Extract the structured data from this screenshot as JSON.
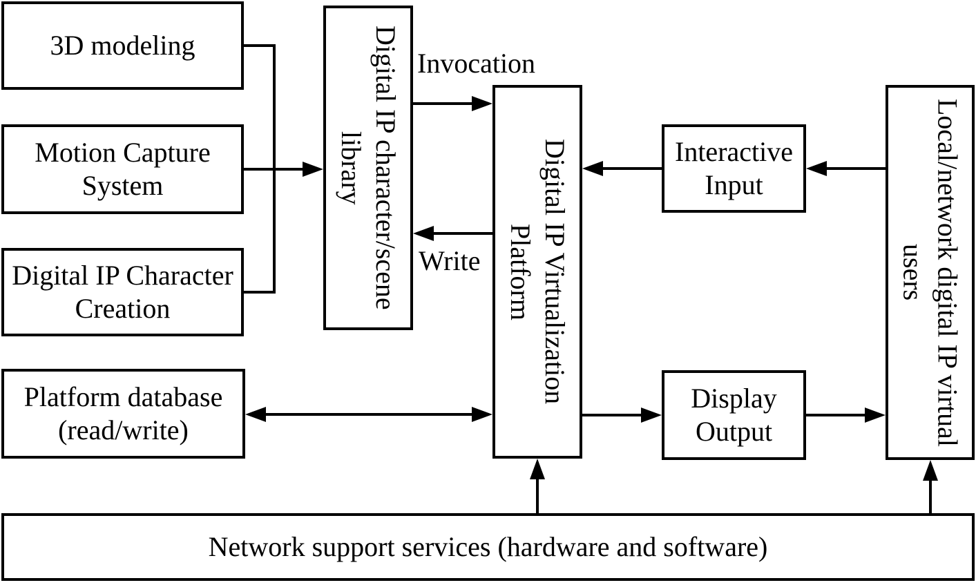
{
  "colors": {
    "line": "#000000",
    "background": "#ffffff",
    "box_fill": "#ffffff"
  },
  "nodes": {
    "modeling3d": {
      "label": "3D modeling"
    },
    "motionCapture": {
      "label": "Motion Capture System"
    },
    "characterCreation": {
      "label": "Digital IP Character Creation"
    },
    "database": {
      "label": "Platform database (read/write)"
    },
    "library": {
      "label": "Digital IP character/scene library",
      "orientation": "vertical"
    },
    "platform": {
      "label": "Digital IP Virtualization Platform",
      "orientation": "vertical"
    },
    "interactiveInput": {
      "label": "Interactive Input"
    },
    "displayOutput": {
      "label": "Display Output"
    },
    "virtualUsers": {
      "label": "Local/network digital IP virtual users",
      "orientation": "vertical"
    },
    "networkSupport": {
      "label": "Network support services (hardware and software)"
    }
  },
  "edgeLabels": {
    "invocation": "Invocation",
    "write": "Write"
  },
  "edges": [
    {
      "from": "3D modeling",
      "to": "Digital IP character/scene library",
      "direction": "one-way",
      "label": ""
    },
    {
      "from": "Motion Capture System",
      "to": "Digital IP character/scene library",
      "direction": "one-way",
      "label": ""
    },
    {
      "from": "Digital IP Character Creation",
      "to": "Digital IP character/scene library",
      "direction": "one-way",
      "label": ""
    },
    {
      "from": "Digital IP character/scene library",
      "to": "Digital IP Virtualization Platform",
      "direction": "one-way",
      "label": "Invocation"
    },
    {
      "from": "Digital IP Virtualization Platform",
      "to": "Digital IP character/scene library",
      "direction": "one-way",
      "label": "Write"
    },
    {
      "from": "Local/network digital IP virtual users",
      "to": "Interactive Input",
      "direction": "one-way",
      "label": ""
    },
    {
      "from": "Interactive Input",
      "to": "Digital IP Virtualization Platform",
      "direction": "one-way",
      "label": ""
    },
    {
      "from": "Platform database (read/write)",
      "to": "Digital IP Virtualization Platform",
      "direction": "two-way",
      "label": ""
    },
    {
      "from": "Digital IP Virtualization Platform",
      "to": "Display Output",
      "direction": "one-way",
      "label": ""
    },
    {
      "from": "Display Output",
      "to": "Local/network digital IP virtual users",
      "direction": "one-way",
      "label": ""
    },
    {
      "from": "Network support services (hardware and software)",
      "to": "Digital IP Virtualization Platform",
      "direction": "one-way",
      "label": ""
    },
    {
      "from": "Network support services (hardware and software)",
      "to": "Local/network digital IP virtual users",
      "direction": "one-way",
      "label": ""
    }
  ]
}
